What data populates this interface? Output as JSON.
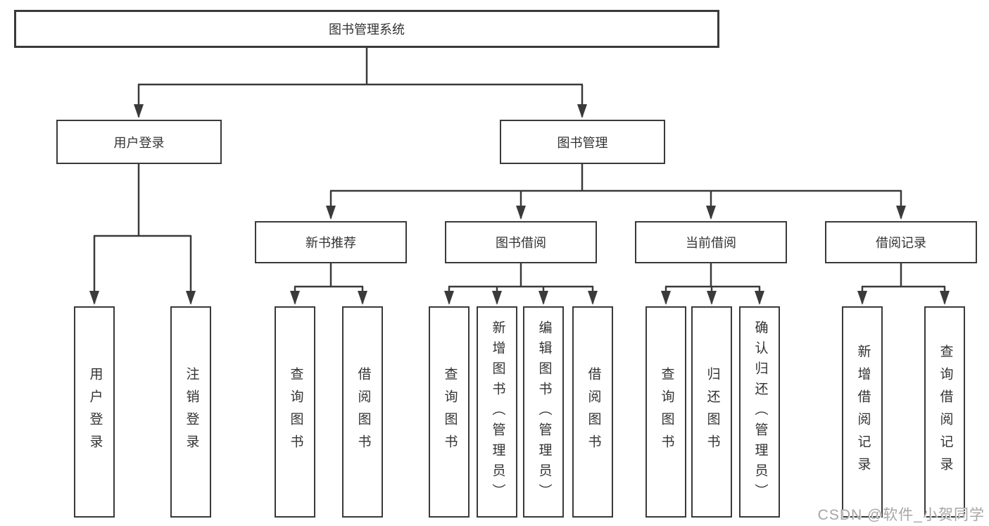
{
  "diagram_type": "tree",
  "colors": {
    "line": "#3a3a3a",
    "box_border": "#3a3a3a",
    "box_background": "#ffffff",
    "text": "#333333",
    "watermark": "#a6a6a6"
  },
  "watermark": "CSDN @软件_小贺同学",
  "nodes": {
    "root": "图书管理系统",
    "l2_user_login": "用户登录",
    "l2_book_mgmt": "图书管理",
    "l3_new_book": "新书推荐",
    "l3_book_borrow": "图书借阅",
    "l3_current_borrow": "当前借阅",
    "l3_borrow_records": "借阅记录",
    "leaf_user_login": "用户登录",
    "leaf_logout": "注销登录",
    "leaf_nb_query": "查询图书",
    "leaf_nb_borrow": "借阅图书",
    "leaf_bb_query": "查询图书",
    "leaf_bb_add": "新增图书（管理员）",
    "leaf_bb_edit": "编辑图书（管理员）",
    "leaf_bb_borrow": "借阅图书",
    "leaf_cb_query": "查询图书",
    "leaf_cb_return": "归还图书",
    "leaf_cb_confirm": "确认归还（管理员）",
    "leaf_br_add": "新增借阅记录",
    "leaf_br_query": "查询借阅记录"
  },
  "hierarchy": {
    "图书管理系统": {
      "用户登录": [
        "用户登录",
        "注销登录"
      ],
      "图书管理": {
        "新书推荐": [
          "查询图书",
          "借阅图书"
        ],
        "图书借阅": [
          "查询图书",
          "新增图书（管理员）",
          "编辑图书（管理员）",
          "借阅图书"
        ],
        "当前借阅": [
          "查询图书",
          "归还图书",
          "确认归还（管理员）"
        ],
        "借阅记录": [
          "新增借阅记录",
          "查询借阅记录"
        ]
      }
    }
  }
}
